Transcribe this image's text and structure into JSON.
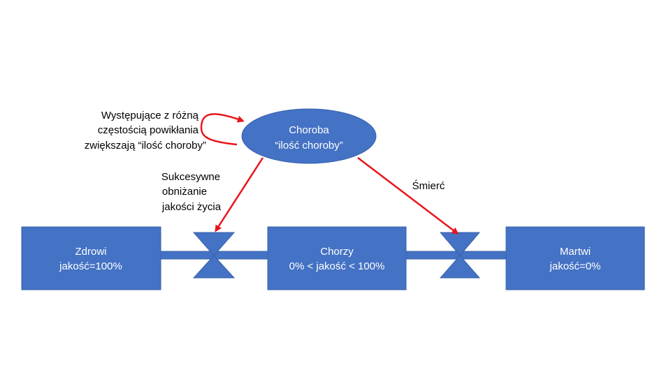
{
  "colors": {
    "box_fill": "#4472C4",
    "box_stroke": "#3A62AA",
    "arrow": "#E8141C",
    "text_light": "#FFFFFF",
    "text_dark": "#000000"
  },
  "stocks": {
    "healthy": {
      "line1": "Zdrowi",
      "line2": "jakość=100%"
    },
    "sick": {
      "line1": "Chorzy",
      "line2": "0% < jakość < 100%"
    },
    "dead": {
      "line1": "Martwi",
      "line2": "jakość=0%"
    }
  },
  "disease": {
    "line1": "Choroba",
    "line2": "“ilość choroby”"
  },
  "labels": {
    "feedback": [
      "Występujące z różną",
      "częstością powikłania",
      "zwiększają “ilość choroby”"
    ],
    "decline": [
      "Sukcesywne",
      "obniżanie",
      "jakości życia"
    ],
    "death": "Śmierć"
  },
  "icons": {
    "valve_left": "bowtie-valve-icon",
    "valve_right": "bowtie-valve-icon"
  }
}
